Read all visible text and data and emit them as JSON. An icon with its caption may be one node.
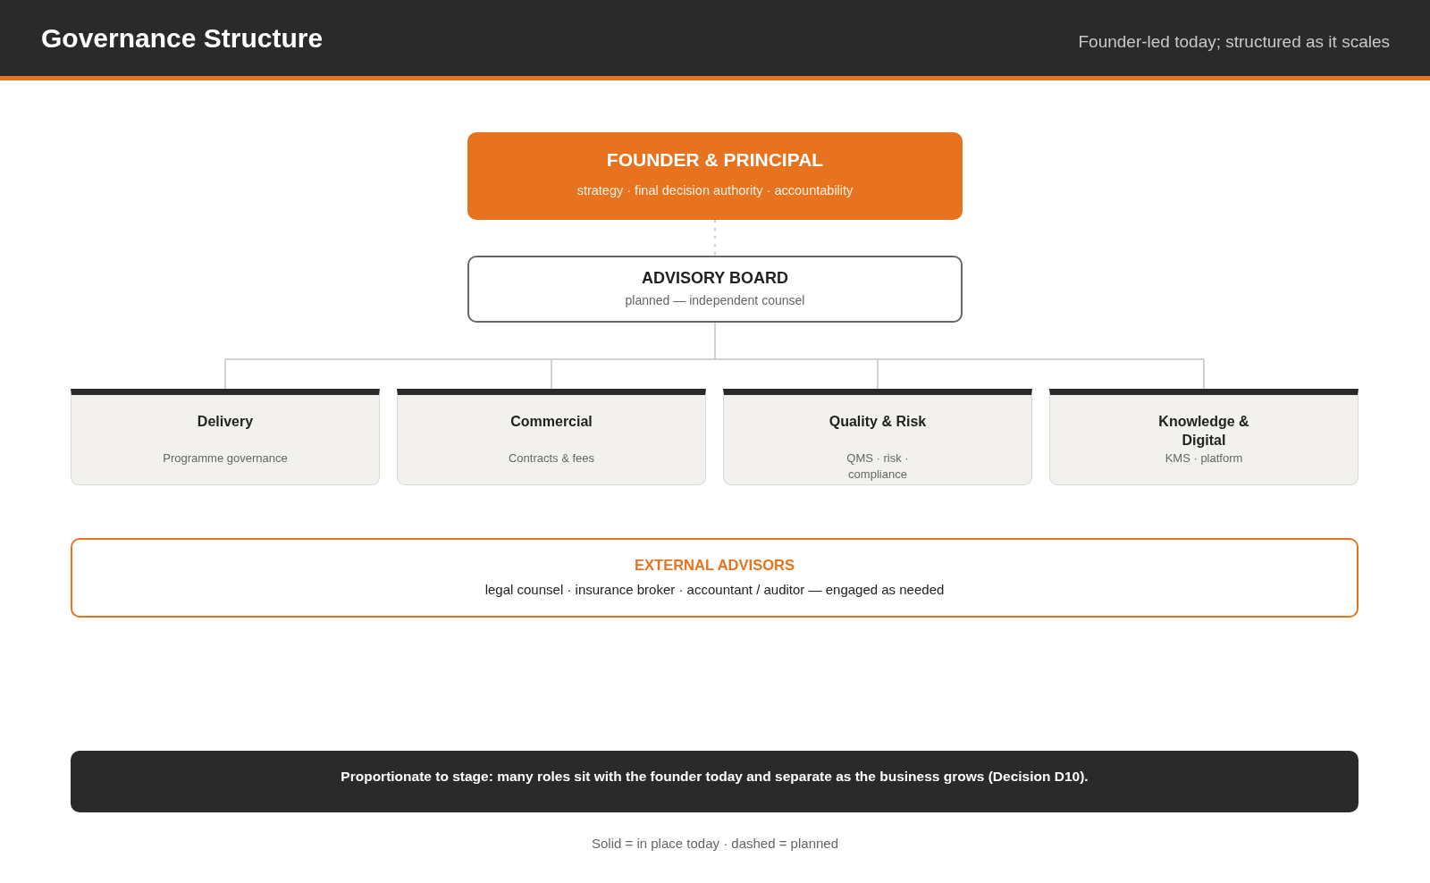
{
  "diagram": {
    "title": "Governance Structure",
    "nodes": [
      {
        "text": [
          "FOUNDER & PRINCIPAL",
          "strategy · final decision authority · accountability"
        ]
      },
      {
        "text": [
          "ADVISORY BOARD",
          "planned — independent counsel"
        ]
      },
      {
        "text": [
          "Delivery",
          "Programme governance"
        ]
      },
      {
        "text": [
          "Commercial",
          "Contracts & fees"
        ]
      },
      {
        "text": [
          "Quality & Risk",
          "QMS · risk · compliance"
        ]
      },
      {
        "text": [
          "Knowledge & Digital",
          "KMS · platform"
        ]
      },
      {
        "text": [
          "EXTERNAL ADVISORS",
          "legal counsel · insurance broker · accountant / auditor — engaged as needed"
        ]
      },
      {
        "text": [
          "Proportionate to stage: many roles sit with the founder today and separate as the business grows (Decision D10)."
        ]
      }
    ],
    "edges": [
      {
        "from": 0,
        "to": 1,
        "arrow": "none",
        "style": "dashed"
      },
      {
        "from": 1,
        "to": 2,
        "arrow": "none"
      },
      {
        "from": 1,
        "to": 3,
        "arrow": "none"
      },
      {
        "from": 1,
        "to": 4,
        "arrow": "none"
      },
      {
        "from": 1,
        "to": 5,
        "arrow": "none"
      }
    ],
    "labels": [
      "Founder-led today; structured as it scales",
      "Solid = in place today · dashed = planned"
    ]
  }
}
